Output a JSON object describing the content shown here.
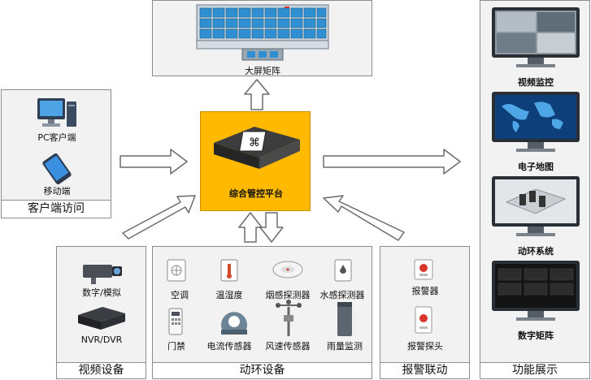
{
  "top": {
    "label": "大屏矩阵"
  },
  "client": {
    "title": "客户端访问",
    "pc": "PC客户端",
    "mobile": "移动端"
  },
  "center": {
    "label": "综合管控平台",
    "color": "#ffba00"
  },
  "video": {
    "title": "视频设备",
    "items": [
      "数字/模拟",
      "NVR/DVR"
    ]
  },
  "env": {
    "title": "动环设备",
    "items": [
      "空调",
      "温湿度",
      "烟感探测器",
      "水感探测器",
      "门禁",
      "电流传感器",
      "风速传感器",
      "雨量监测"
    ]
  },
  "alarm": {
    "title": "报警联动",
    "items": [
      "报警器",
      "报警探头"
    ]
  },
  "functions": {
    "title": "功能展示",
    "items": [
      "视频监控",
      "电子地图",
      "动环系统",
      "数字矩阵"
    ]
  }
}
